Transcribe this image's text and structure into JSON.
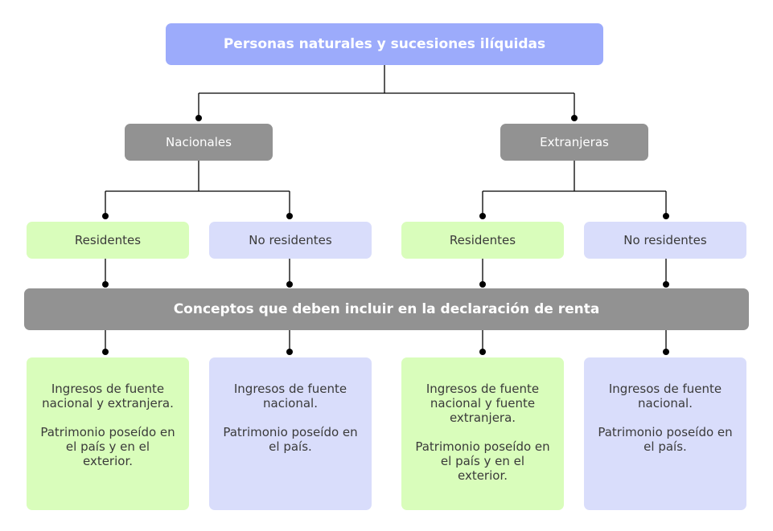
{
  "root": {
    "label": "Personas naturales y sucesiones ilíquidas"
  },
  "categories": [
    {
      "label": "Nacionales"
    },
    {
      "label": "Extranjeras"
    }
  ],
  "groups": [
    {
      "label": "Residentes",
      "income": "Ingresos de fuente nacional y extranjera.",
      "assets": "Patrimonio poseído en el país y en el exterior.",
      "color": "#d9fdbb"
    },
    {
      "label": "No residentes",
      "income": "Ingresos de fuente nacional.",
      "assets": "Patrimonio poseído en el país.",
      "color": "#d9ddfb"
    },
    {
      "label": "Residentes",
      "income": "Ingresos de fuente nacional y fuente extranjera.",
      "assets": "Patrimonio poseído en el país y en el exterior.",
      "color": "#d9fdbb"
    },
    {
      "label": "No residentes",
      "income": "Ingresos de fuente nacional.",
      "assets": "Patrimonio poseído en el país.",
      "color": "#d9ddfb"
    }
  ],
  "concepts": {
    "label": "Conceptos que deben incluir en la declaración de renta"
  },
  "colors": {
    "root": "#9cabfb",
    "gray": "#929292",
    "green": "#d9fdbb",
    "blue": "#d9ddfb",
    "line": "#000000"
  }
}
